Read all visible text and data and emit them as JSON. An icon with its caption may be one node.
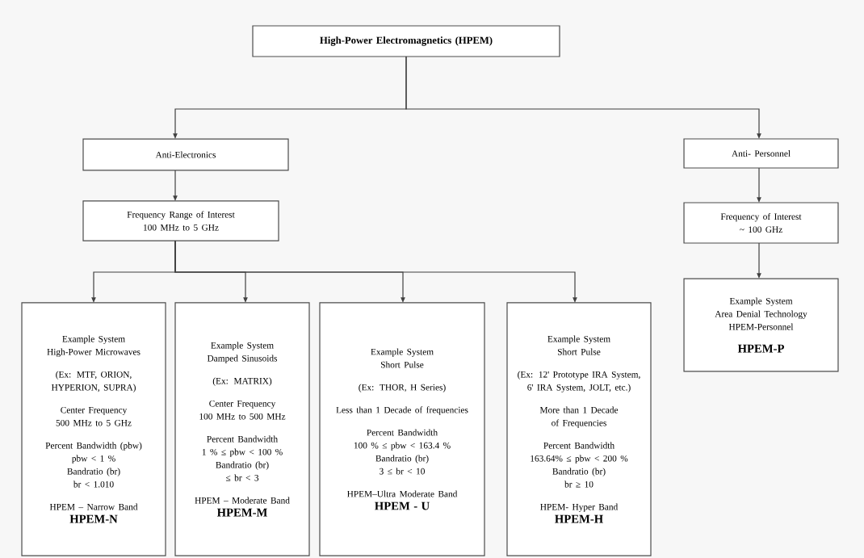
{
  "diagram": {
    "nodes": [
      {
        "text": [
          "High-Power Electromagnetics (HPEM)"
        ]
      },
      {
        "text": [
          "Anti-Electronics"
        ]
      },
      {
        "text": [
          "Anti- Personnel"
        ]
      },
      {
        "text": [
          "Frequency Range of Interest",
          "100 MHz to 5 GHz"
        ]
      },
      {
        "text": [
          "Frequency of Interest",
          "~ 100 GHz"
        ]
      },
      {
        "text": [
          "Example System",
          "High-Power Microwaves",
          "(Ex: MTF, ORION, HYPERION, SUPRA)",
          "Center Frequency",
          "500 MHz to 5 GHz",
          "Percent Bandwidth (pbw)",
          "pbw < 1 %",
          "Bandratio (br)",
          "br < 1.010",
          "HPEM – Narrow Band",
          "HPEM-N"
        ]
      },
      {
        "text": [
          "Example System",
          "Damped Sinusoids",
          "(Ex: MATRIX)",
          "Center Frequency",
          "100 MHz to 500 MHz",
          "Percent Bandwidth",
          "1 % ≤ pbw <  100 %",
          "Bandratio (br)",
          "≤ br < 3",
          "HPEM – Moderate Band",
          "HPEM-M"
        ]
      },
      {
        "text": [
          "Example System",
          "Short Pulse",
          "(Ex: THOR, H Series)",
          "Less than 1 Decade of frequencies",
          "Percent Bandwidth",
          "100 % ≤ pbw < 163.4 %",
          "Bandratio (br)",
          "3  ≤ br < 10",
          "HPEM–Ultra Moderate Band",
          "HPEM - U"
        ]
      },
      {
        "text": [
          "Example System",
          "Short Pulse",
          "(Ex: 12' Prototype IRA System, 6' IRA System, JOLT, etc.)",
          "More than 1 Decade of Frequencies",
          "Percent Bandwidth",
          "163.64% ≤  pbw < 200 %",
          "Bandratio (br)",
          "br  ≥ 10",
          "HPEM- Hyper Band",
          "HPEM-H"
        ]
      },
      {
        "text": [
          "Example System",
          "Area Denial Technology",
          "HPEM-Personnel",
          "HPEM-P"
        ]
      }
    ],
    "edges": [
      {
        "from": 0,
        "to": 1,
        "arrow": "to"
      },
      {
        "from": 0,
        "to": 2,
        "arrow": "to"
      },
      {
        "from": 1,
        "to": 3,
        "arrow": "to"
      },
      {
        "from": 2,
        "to": 4,
        "arrow": "to"
      },
      {
        "from": 3,
        "to": 5,
        "arrow": "to"
      },
      {
        "from": 3,
        "to": 6,
        "arrow": "to"
      },
      {
        "from": 3,
        "to": 7,
        "arrow": "to"
      },
      {
        "from": 3,
        "to": 8,
        "arrow": "to"
      },
      {
        "from": 4,
        "to": 9,
        "arrow": "to"
      }
    ]
  }
}
